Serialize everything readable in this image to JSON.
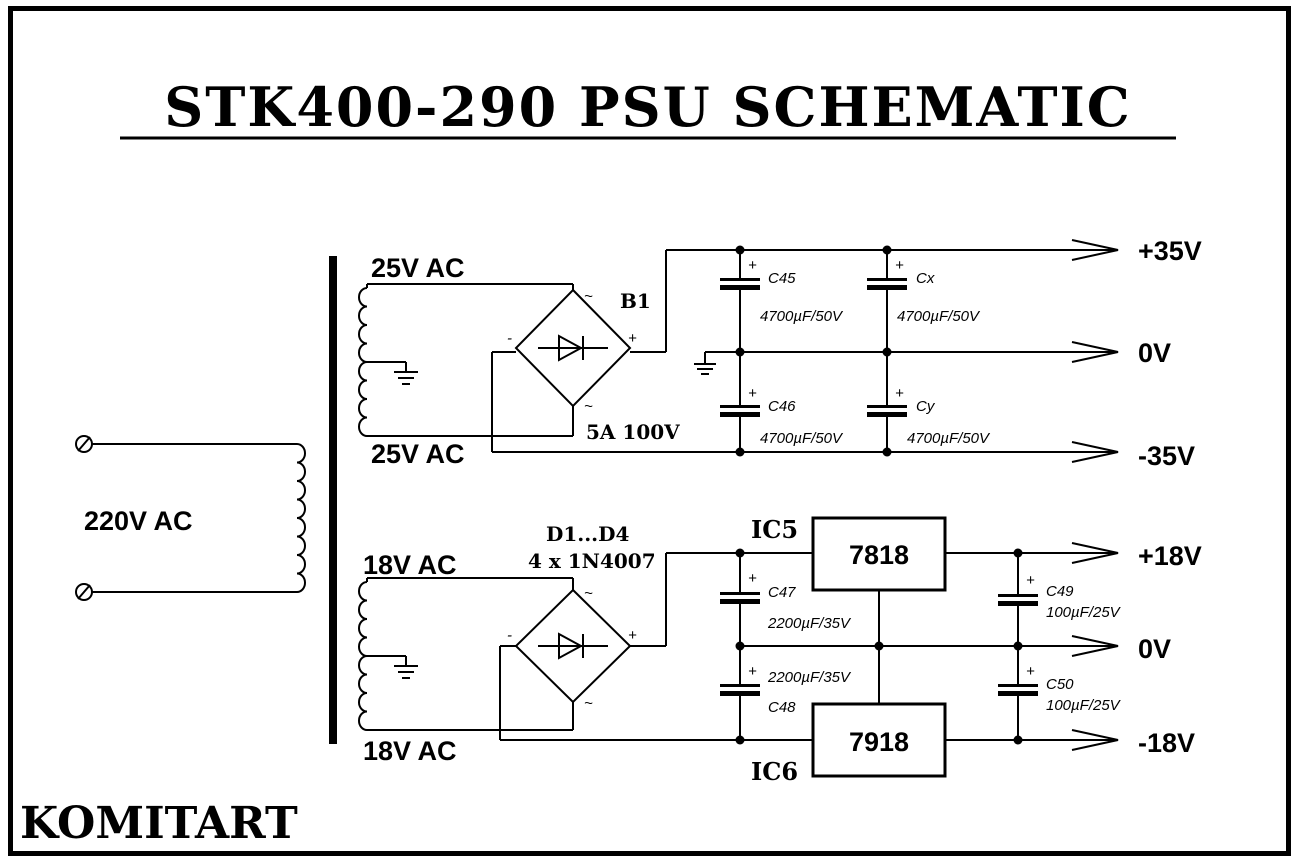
{
  "title": "STK400-290 PSU SCHEMATIC",
  "brand": "KOMITART",
  "primary": {
    "label": "220V AC"
  },
  "secondary": {
    "upper_top": "25V AC",
    "upper_bottom": "25V AC",
    "lower_top": "18V AC",
    "lower_bottom": "18V AC"
  },
  "bridge1": {
    "name": "B1",
    "rating": "5A 100V"
  },
  "bridge2": {
    "name": "D1...D4",
    "parts": "4 x 1N4007"
  },
  "bridge_pins": {
    "ac": "~",
    "plus": "+",
    "minus": "-"
  },
  "capacitors": [
    {
      "name": "C45",
      "value": "4700µF/50V"
    },
    {
      "name": "Cx",
      "value": "4700µF/50V"
    },
    {
      "name": "C46",
      "value": "4700µF/50V"
    },
    {
      "name": "Cy",
      "value": "4700µF/50V"
    },
    {
      "name": "C47",
      "value": "2200µF/35V"
    },
    {
      "name": "C48",
      "value": "2200µF/35V"
    },
    {
      "name": "C49",
      "value": "100µF/25V"
    },
    {
      "name": "C50",
      "value": "100µF/25V"
    }
  ],
  "cap_plus": "+",
  "regulators": [
    {
      "ref": "IC5",
      "part": "7818"
    },
    {
      "ref": "IC6",
      "part": "7918"
    }
  ],
  "outputs": [
    "+35V",
    "0V",
    "-35V",
    "+18V",
    "0V",
    "-18V"
  ]
}
